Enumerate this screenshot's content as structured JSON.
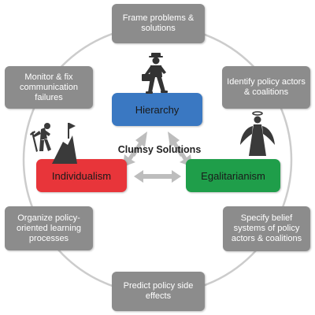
{
  "center_label": "Clumsy Solutions",
  "cultures": {
    "hierarchy": {
      "label": "Hierarchy",
      "color": "#3a78c2"
    },
    "individualism": {
      "label": "Individualism",
      "color": "#e8353a"
    },
    "egalitarianism": {
      "label": "Egalitarianism",
      "color": "#1f9e4a"
    }
  },
  "steps": {
    "frame": "Frame problems & solutions",
    "identify": "Identify policy actors & coalitions",
    "specify": "Specify belief systems of policy actors & coalitions",
    "predict": "Predict policy side effects",
    "organize": "Organize policy-oriented learning processes",
    "monitor": "Monitor & fix communication failures"
  },
  "colors": {
    "step_box": "#8c8c8c",
    "ring": "#cccccc",
    "arrows": "#bdbdbd"
  },
  "icons": {
    "hierarchy": "businessman-icon",
    "individualism": "climber-icon",
    "egalitarianism": "angel-icon"
  }
}
